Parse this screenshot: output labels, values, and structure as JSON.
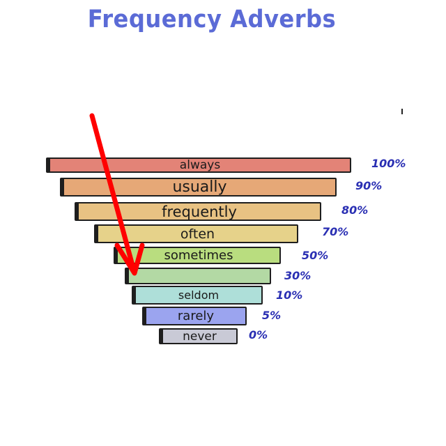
{
  "title": "Frequency Adverbs",
  "levels": [
    {
      "label": "always",
      "percent": "100%",
      "color": "#e38377"
    },
    {
      "label": "usually",
      "percent": "90%",
      "color": "#e6a877"
    },
    {
      "label": "frequently",
      "percent": "80%",
      "color": "#e8c283"
    },
    {
      "label": "often",
      "percent": "70%",
      "color": "#e6d28a"
    },
    {
      "label": "sometimes",
      "percent": "50%",
      "color": "#b9dd7f"
    },
    {
      "label": "",
      "percent": "30%",
      "color": "#b3d9a4"
    },
    {
      "label": "seldom",
      "percent": "10%",
      "color": "#aedfd9"
    },
    {
      "label": "rarely",
      "percent": "5%",
      "color": "#9ba4ef"
    },
    {
      "label": "never",
      "percent": "0%",
      "color": "#c9cad6"
    }
  ],
  "arrow_color": "#ff0000"
}
